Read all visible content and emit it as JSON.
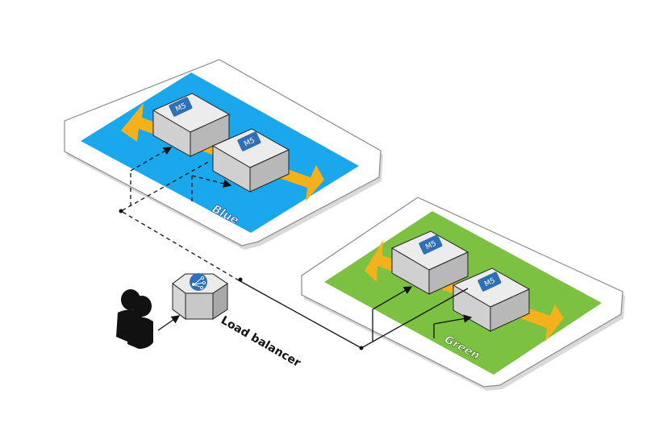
{
  "environments": {
    "blue": {
      "label": "Blue",
      "color": "#1aa7ec"
    },
    "green": {
      "label": "Green",
      "color": "#7cc142"
    }
  },
  "instances": {
    "type_label": "M5",
    "count_per_environment": 2
  },
  "load_balancer": {
    "label": "Load balancer"
  },
  "user": {
    "icon": "user-icon"
  },
  "colors": {
    "arrow": "#f3b21b",
    "instance_chip": "#2f6fb7",
    "lb_badge": "#2f6fb7",
    "connector": "#111111"
  }
}
